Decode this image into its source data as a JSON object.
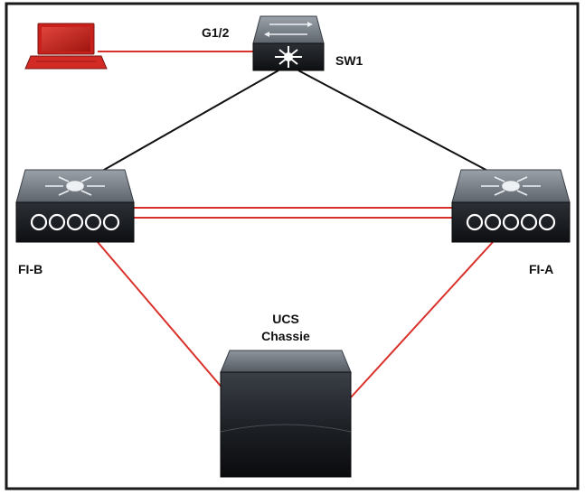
{
  "labels": {
    "port": "G1/2",
    "switch": "SW1",
    "fi_b": "FI-B",
    "fi_a": "FI-A",
    "chassis_line1": "UCS",
    "chassis_line2": "Chassie"
  },
  "colors": {
    "link_red": "#d9302a",
    "link_black": "#111111",
    "laptop_red": "#c9201c",
    "frame": "#1a1a1a"
  },
  "icons": {
    "laptop": "laptop-icon",
    "switch": "multilayer-switch-icon",
    "fabric_interconnect": "fabric-interconnect-icon",
    "chassis": "ucs-chassis-icon"
  }
}
